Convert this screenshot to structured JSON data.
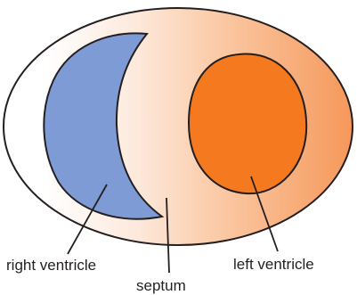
{
  "labels": {
    "right_ventricle": "right ventricle",
    "septum": "septum",
    "left_ventricle": "left ventricle"
  },
  "colors": {
    "outline": "#231f20",
    "right_ventricle_fill": "#7f9bd6",
    "left_ventricle_fill": "#f57a1f",
    "myocardium_light": "#ffffff",
    "myocardium_mid": "#fce3d2",
    "myocardium_dark": "#f59a5e"
  }
}
